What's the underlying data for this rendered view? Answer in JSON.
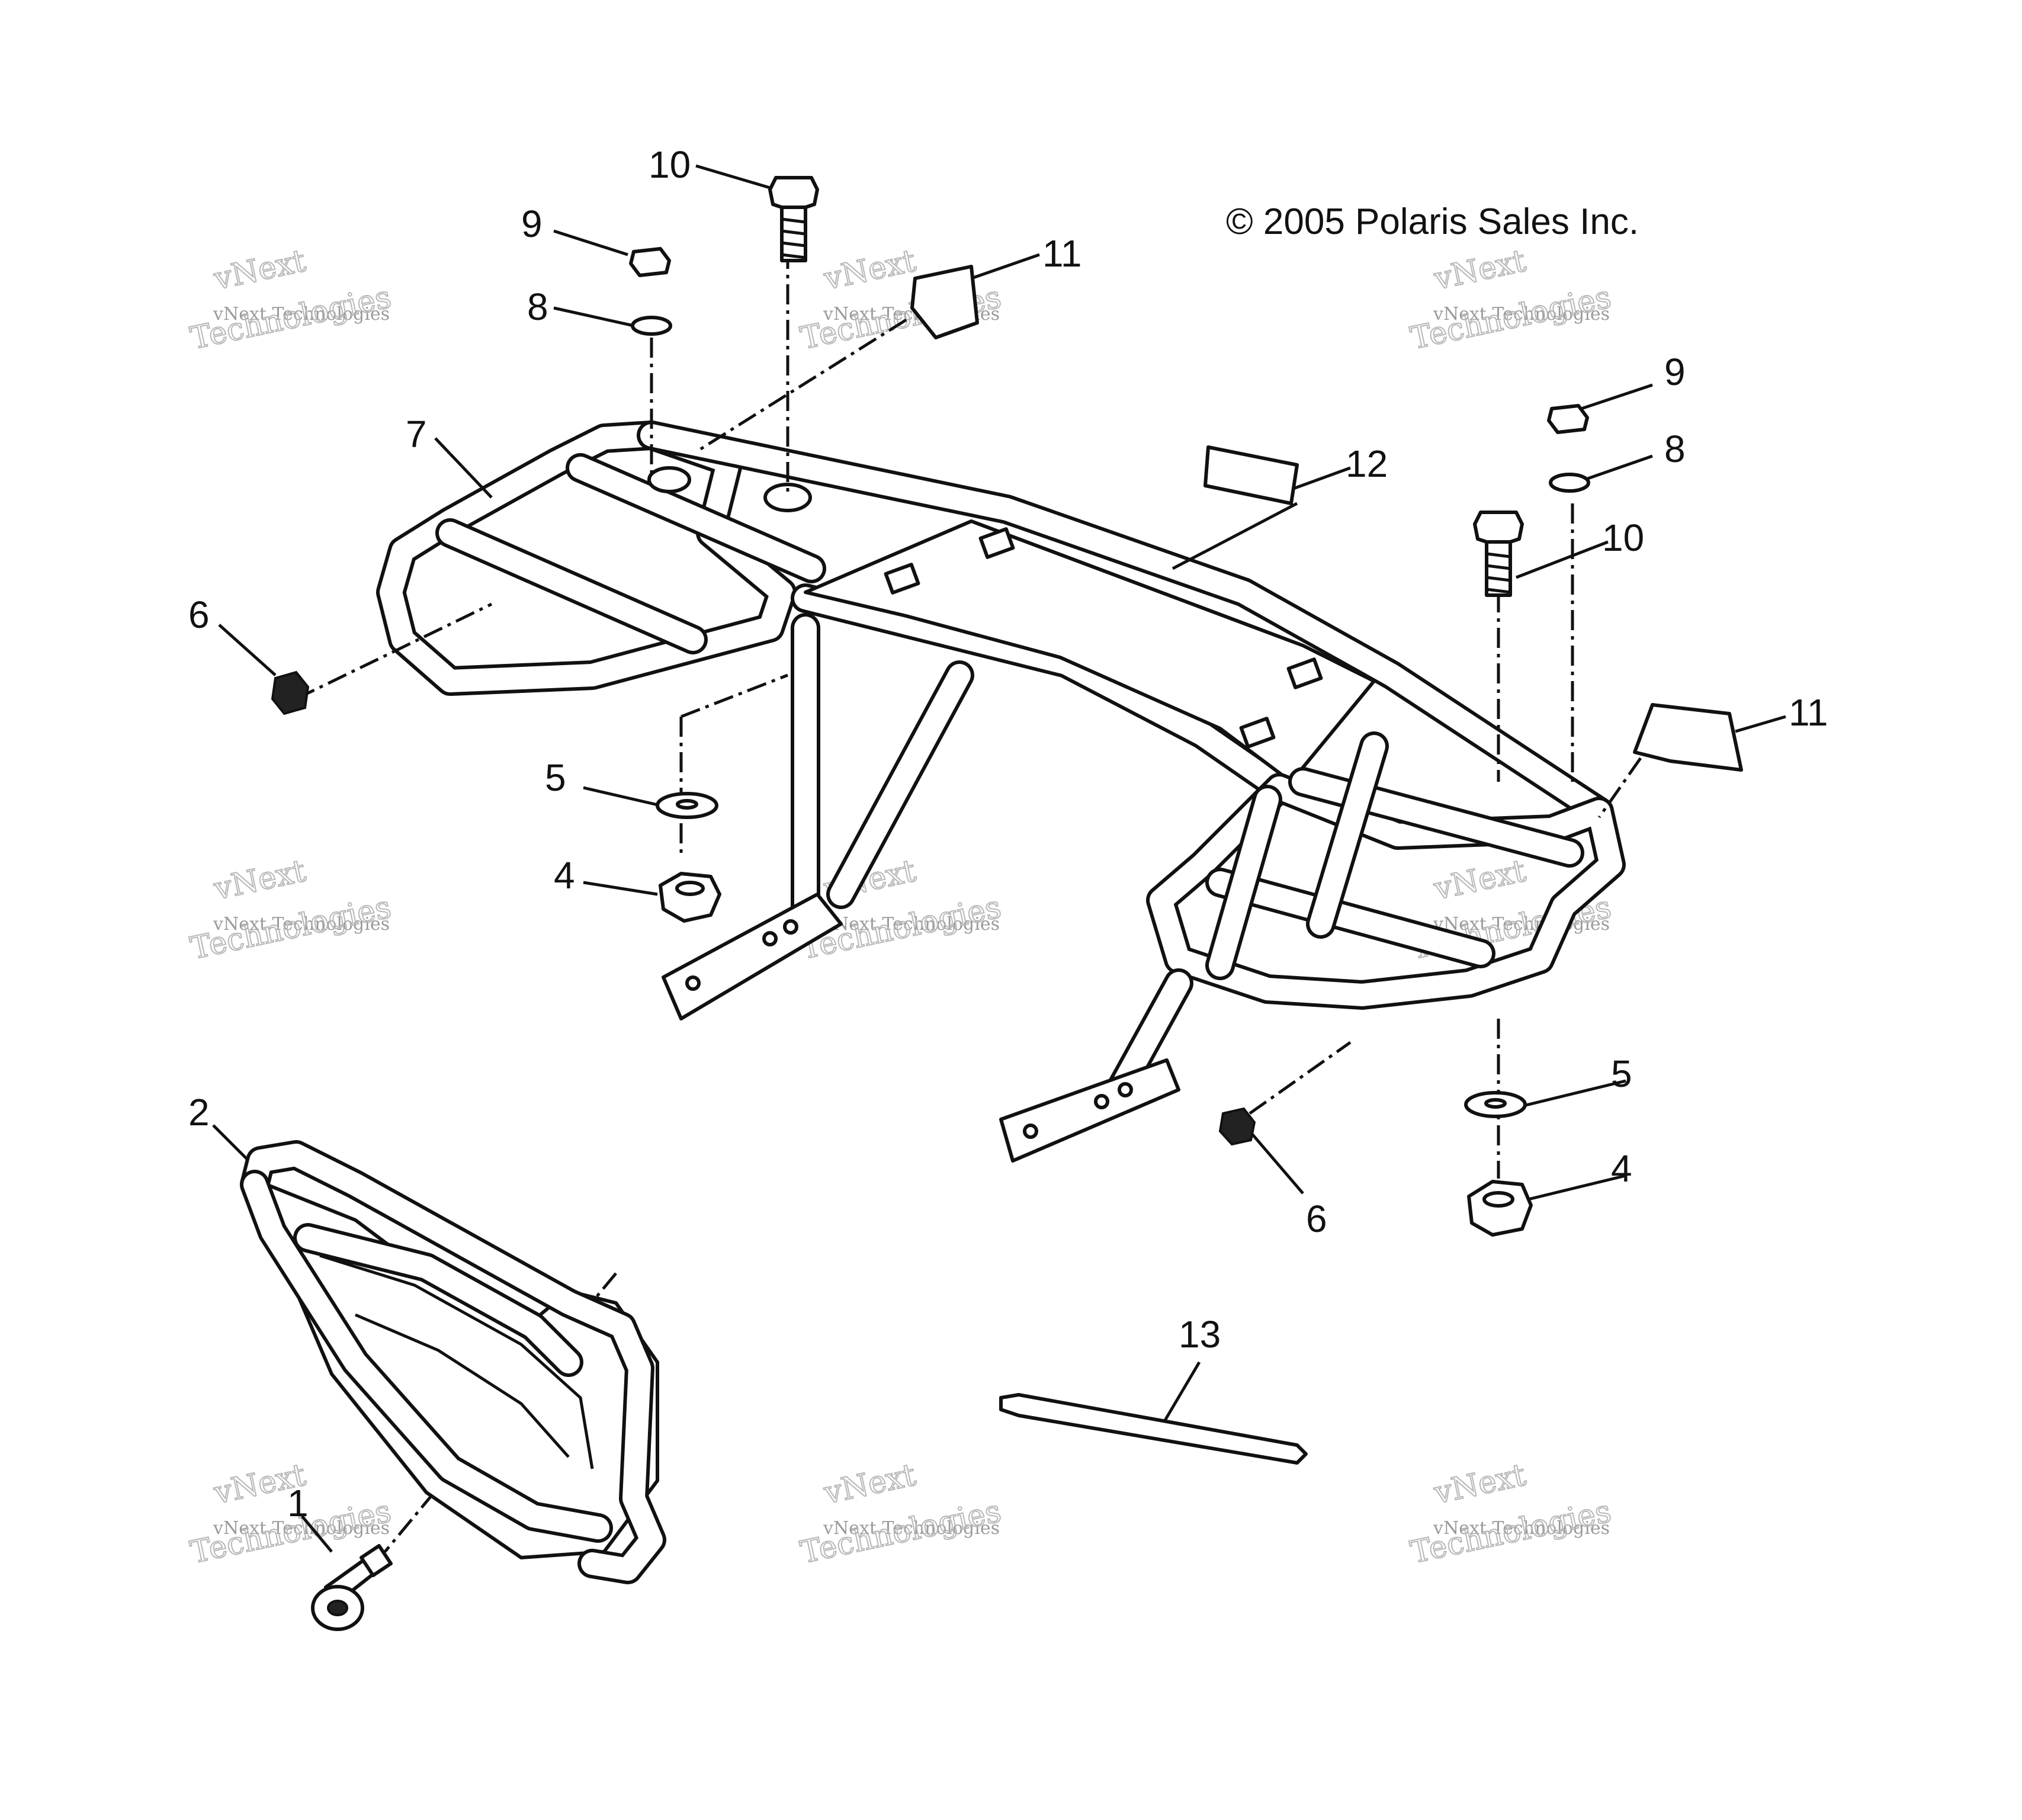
{
  "copyright": "© 2005 Polaris Sales Inc.",
  "watermark": {
    "line1": "vNext",
    "line2": "vNext Technologies",
    "line3": "Technologies"
  },
  "callouts": {
    "c1": "1",
    "c2": "2",
    "c4a": "4",
    "c4b": "4",
    "c5a": "5",
    "c5b": "5",
    "c6a": "6",
    "c6b": "6",
    "c7": "7",
    "c8a": "8",
    "c8b": "8",
    "c9a": "9",
    "c9b": "9",
    "c10a": "10",
    "c10b": "10",
    "c11a": "11",
    "c11b": "11",
    "c12": "12",
    "c13": "13"
  }
}
